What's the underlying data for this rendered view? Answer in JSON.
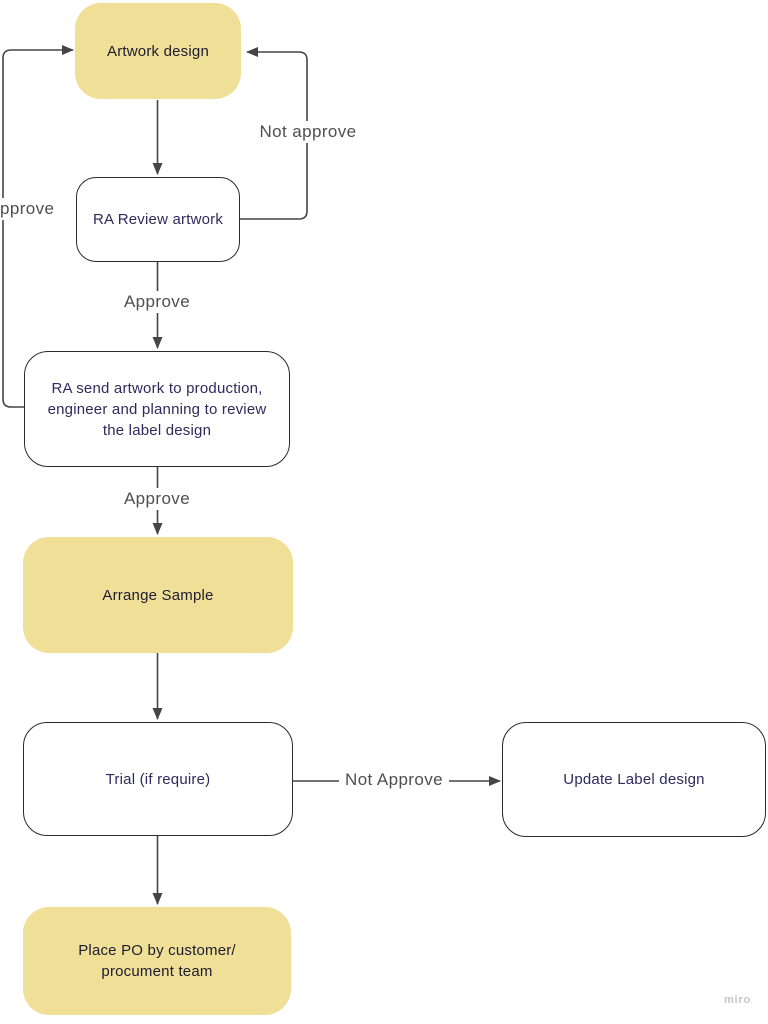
{
  "diagram": {
    "type": "flowchart",
    "colors": {
      "node_fill_yellow": "#F0DF96",
      "node_fill_white": "#FFFFFF",
      "node_border": "#2B2B2B",
      "node_text_on_yellow": "#1C1C30",
      "node_text_on_white": "#2D2B5E",
      "connector": "#454545",
      "edge_label_text": "#4F4F4F",
      "watermark_text": "#C4C5CC"
    },
    "nodes": {
      "artwork_design": {
        "label": "Artwork design",
        "style": "yellow"
      },
      "ra_review": {
        "label": "RA Review artwork",
        "style": "white"
      },
      "ra_send": {
        "label": "RA send artwork to production,\nengineer and planning to review\nthe label design",
        "style": "white"
      },
      "arrange_sample": {
        "label": "Arrange Sample",
        "style": "yellow"
      },
      "trial": {
        "label": "Trial (if require)",
        "style": "white"
      },
      "update_label": {
        "label": "Update Label design",
        "style": "white"
      },
      "place_po": {
        "label": "Place PO by customer/\nprocument team",
        "style": "yellow"
      }
    },
    "edge_labels": {
      "not_approve_loop": "Not approve",
      "left_loop_partial": "pprove",
      "approve_to_send": "Approve",
      "approve_to_sample": "Approve",
      "not_approve_trial": "Not Approve"
    },
    "watermark": "miro"
  }
}
